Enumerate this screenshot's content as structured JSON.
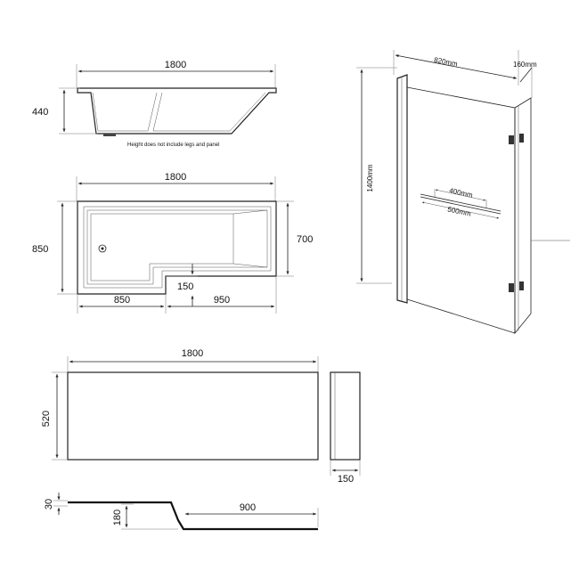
{
  "bath_side_view": {
    "length_label": "1800",
    "height_label": "440",
    "note": "Height does not include legs and panel"
  },
  "bath_plan_view": {
    "length_label": "1800",
    "width_label": "850",
    "narrow_width_label": "700",
    "step_label": "150",
    "left_section_label": "850",
    "right_section_label": "950"
  },
  "front_panel": {
    "length_label": "1800",
    "height_label": "520",
    "depth_label": "150"
  },
  "panel_profile": {
    "top_label": "30",
    "step_label": "180",
    "bottom_length_label": "900"
  },
  "screen": {
    "width_label": "820mm",
    "return_label": "160mm",
    "height_label": "1400mm",
    "rail_inner_label": "400mm",
    "rail_outer_label": "500mm"
  }
}
